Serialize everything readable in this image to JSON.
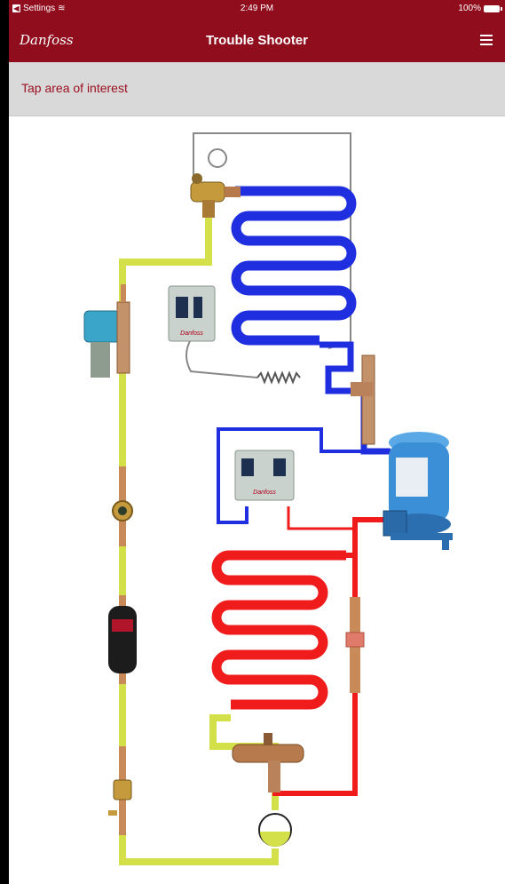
{
  "status_bar": {
    "back_label": "Settings",
    "time": "2:49 PM",
    "battery": "100%"
  },
  "nav": {
    "logo_text": "Danfoss",
    "title": "Trouble Shooter",
    "menu_icon": "hamburger-icon"
  },
  "instruction": "Tap area of interest",
  "diagram": {
    "component_label": "Danfoss",
    "colors": {
      "brand_red": "#8f0d1d",
      "liquid_line": "#d4e04a",
      "suction_line": "#1f2fe0",
      "discharge_line": "#f01b1b",
      "copper": "#c98a5a",
      "brass": "#c49a3c",
      "compressor": "#3b8fd6",
      "switch_housing": "#c9d2cc"
    }
  }
}
